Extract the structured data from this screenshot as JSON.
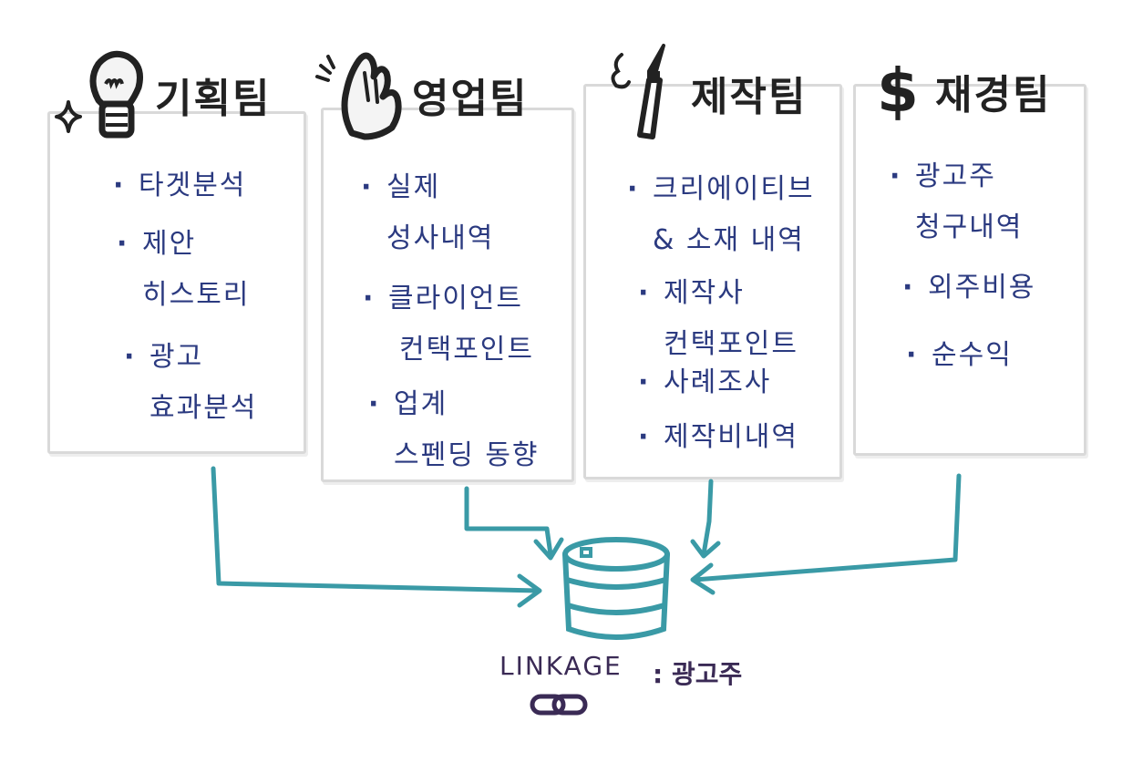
{
  "colors": {
    "card_border": "#d9d9d9",
    "item_text": "#2b3a80",
    "title_text": "#222222",
    "arrow": "#3a9aa6",
    "linkage_text": "#3a2a55"
  },
  "teams": [
    {
      "title": "기획팀",
      "icon": "lightbulb-icon",
      "items": [
        {
          "line1": "타겟분석",
          "line2": ""
        },
        {
          "line1": "제안",
          "line2": "히스토리"
        },
        {
          "line1": "광고",
          "line2": "효과분석"
        }
      ]
    },
    {
      "title": "영업팀",
      "icon": "waving-hand-icon",
      "items": [
        {
          "line1": "실제",
          "line2": "성사내역"
        },
        {
          "line1": "클라이언트",
          "line2": "컨택포인트"
        },
        {
          "line1": "업계",
          "line2": "스펜딩 동향"
        }
      ]
    },
    {
      "title": "제작팀",
      "icon": "paintbrush-icon",
      "items": [
        {
          "line1": "크리에이티브",
          "line2": "& 소재 내역"
        },
        {
          "line1": "제작사",
          "line2": "컨택포인트"
        },
        {
          "line1": "사례조사",
          "line2": ""
        },
        {
          "line1": "제작비내역",
          "line2": ""
        }
      ]
    },
    {
      "title": "재경팀",
      "icon": "dollar-icon",
      "items": [
        {
          "line1": "광고주",
          "line2": "청구내역"
        },
        {
          "line1": "외주비용",
          "line2": ""
        },
        {
          "line1": "순수익",
          "line2": ""
        }
      ]
    }
  ],
  "bullet": "·",
  "dollar_symbol": "$",
  "database": {
    "icon": "database-icon",
    "label": "LINKAGE",
    "sub_label": ": 광고주",
    "link_icon": "chain-link-icon"
  }
}
